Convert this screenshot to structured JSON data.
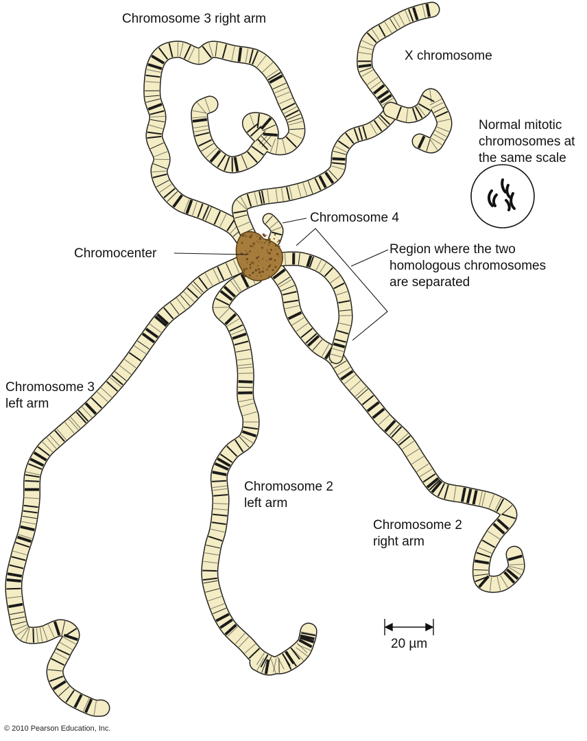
{
  "labels": {
    "chr3_right": "Chromosome 3 right arm",
    "x_chrom": "X chromosome",
    "normal_mitotic": "Normal mitotic chromosomes at the same scale",
    "chr4": "Chromosome 4",
    "chromocenter": "Chromocenter",
    "region_separated": "Region where the two homologous chromosomes are separated",
    "chr3_left": "Chromosome 3 left arm",
    "chr2_left": "Chromosome 2 left arm",
    "chr2_right": "Chromosome 2 right arm",
    "scale_bar": "20 µm",
    "copyright": "© 2010 Pearson Education, Inc."
  },
  "colors": {
    "chromosome_fill": "#f3ecc4",
    "band": "#1a1a1a",
    "outline": "#222222",
    "chromocenter_fill": "#a67c3d",
    "chromocenter_dark": "#6b4a1e"
  }
}
